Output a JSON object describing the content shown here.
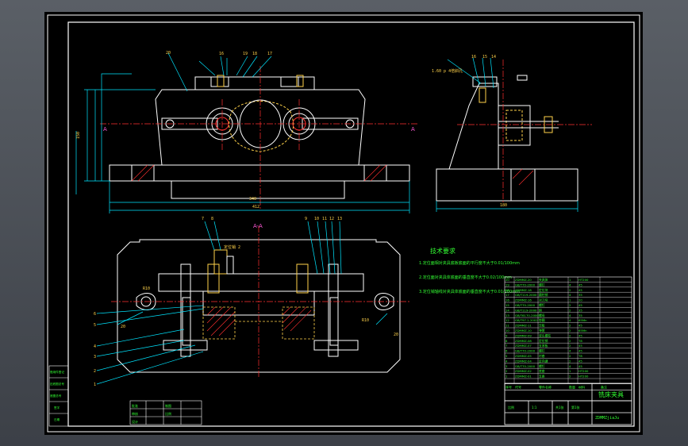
{
  "drawing": {
    "title": "铣床夹具",
    "drawing_code": "ZDMMZjiaJu",
    "technical_requirements": {
      "heading": "技术要求",
      "items": [
        "1.定位面相对夹具底板底面的平行度不大于0.01/100mm",
        "2.定位面对夹具体底面的垂直度不大于0.02/100mm",
        "3.定位销轴线对夹具体底面的垂直度不大于0.01/100mm"
      ]
    },
    "section_label": "A-A",
    "cut_marks": [
      "A",
      "A"
    ],
    "dimensions": {
      "overall_width": "412",
      "base_width": "340",
      "height": "150",
      "side_width": "180",
      "hole_r_left": "R10",
      "hole_r_right": "R10",
      "slot_w": "20"
    },
    "front_balloons": [
      "20",
      "19",
      "18",
      "17",
      "16"
    ],
    "side_balloons": [
      "16",
      "15",
      "14"
    ],
    "side_note": "1.60 p 4倍斜孔",
    "section_balloons_top": [
      "7",
      "8",
      "9",
      "10",
      "11",
      "12",
      "13"
    ],
    "section_balloons_left": [
      "6",
      "5",
      "4",
      "3",
      "2",
      "1"
    ],
    "section_note": "定位销 2",
    "bom_headers": [
      "序号",
      "代号",
      "名称",
      "数量",
      "材料",
      "备注"
    ],
    "bom_rows": [
      [
        "20",
        "ZDMMZ-20",
        "夹具体",
        "1",
        "HT200",
        ""
      ],
      [
        "19",
        "GB/T70-2000",
        "螺钉",
        "4",
        "45",
        ""
      ],
      [
        "18",
        "ZDMMZ-18",
        "定位块",
        "2",
        "45",
        ""
      ],
      [
        "17",
        "GB/T119-2000",
        "圆柱销",
        "4",
        "35",
        ""
      ],
      [
        "16",
        "ZDMMZ-16",
        "对刀块",
        "1",
        "20",
        ""
      ],
      [
        "15",
        "GB/T70-2000",
        "螺钉",
        "2",
        "45",
        ""
      ],
      [
        "14",
        "GB/T119-2000",
        "销",
        "2",
        "35",
        ""
      ],
      [
        "13",
        "GB/T6170-2000",
        "螺母",
        "4",
        "35",
        ""
      ],
      [
        "12",
        "GB/T97.1-2002",
        "垫圈",
        "4",
        "65Mn",
        ""
      ],
      [
        "11",
        "ZDMMZ-11",
        "压板",
        "2",
        "45",
        ""
      ],
      [
        "10",
        "ZDMMZ-10",
        "弹簧",
        "2",
        "65Mn",
        ""
      ],
      [
        "9",
        "ZDMMZ-09",
        "双头螺柱",
        "2",
        "45",
        ""
      ],
      [
        "8",
        "ZDMMZ-08",
        "定位销",
        "2",
        "T8",
        ""
      ],
      [
        "7",
        "ZDMMZ-07",
        "支承板",
        "2",
        "45",
        ""
      ],
      [
        "6",
        "GB/T70-2000",
        "螺钉",
        "4",
        "45",
        ""
      ],
      [
        "5",
        "ZDMMZ-05",
        "衬套",
        "2",
        "T8",
        ""
      ],
      [
        "4",
        "ZDMMZ-04",
        "定向键",
        "2",
        "45",
        ""
      ],
      [
        "3",
        "GB/T70-2000",
        "螺钉",
        "4",
        "45",
        ""
      ],
      [
        "2",
        "ZDMMZ-02",
        "底座",
        "1",
        "HT200",
        ""
      ],
      [
        "1",
        "ZDMMZ-01",
        "支座",
        "2",
        "HT200",
        ""
      ]
    ],
    "bom_footer": [
      "序号",
      "代号",
      "零件名称",
      "数量",
      "材料",
      "备注"
    ],
    "title_block_left": [
      "批准",
      "审核",
      "设计",
      "制图",
      "比例"
    ],
    "title_block_small": [
      "比例",
      "1:1",
      "共1张",
      "第1张"
    ],
    "stamp_rows": [
      "借用件登记",
      "旧底图总号",
      "底图总号",
      "签字",
      "日期"
    ],
    "colors": {
      "background": "#000000",
      "frame": "#ffffff",
      "part": "#ffffff",
      "centerline": "#ff3030",
      "dimension": "#00e5ff",
      "hatch": "#ff3030",
      "pin": "#e0c040",
      "text_green": "#33ff33",
      "text_yellow": "#ffd24a",
      "text_magenta": "#ff5ad8"
    }
  }
}
